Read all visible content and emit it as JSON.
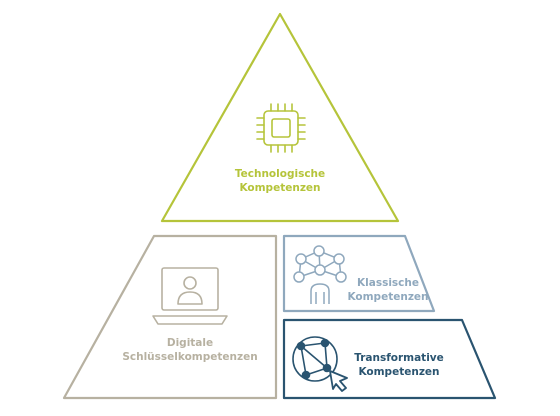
{
  "segments": {
    "top": {
      "line1": "Technologische",
      "line2": "Kompetenzen",
      "icon": "cpu-chip-icon",
      "color": "#b5c43a"
    },
    "left": {
      "line1": "Digitale",
      "line2": "Schlüsselkompetenzen",
      "icon": "laptop-user-icon",
      "color": "#b7b1a1"
    },
    "mid_right": {
      "line1": "Klassische",
      "line2": "Kompetenzen",
      "icon": "network-person-icon",
      "color": "#8fa8bd"
    },
    "bottom_right": {
      "line1": "Transformative",
      "line2": "Kompetenzen",
      "icon": "globe-cursor-icon",
      "color": "#2a5470"
    }
  }
}
